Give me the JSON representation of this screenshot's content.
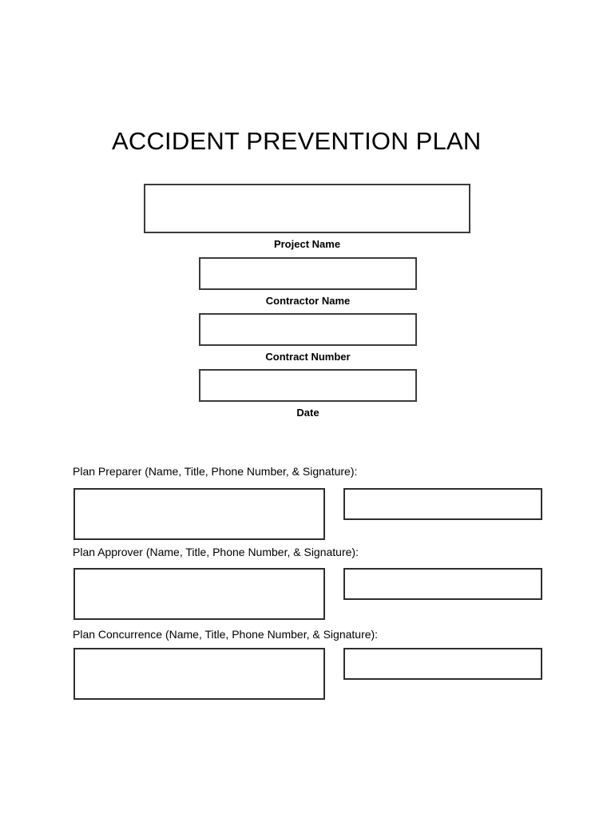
{
  "document": {
    "title": "ACCIDENT PREVENTION PLAN"
  },
  "header_fields": [
    {
      "id": "project-name",
      "label": "Project Name",
      "value": ""
    },
    {
      "id": "contractor-name",
      "label": "Contractor Name",
      "value": ""
    },
    {
      "id": "contract-number",
      "label": "Contract Number",
      "value": ""
    },
    {
      "id": "date",
      "label": "Date",
      "value": ""
    }
  ],
  "signature_sections": [
    {
      "id": "plan-preparer",
      "label": "Plan Preparer (Name, Title, Phone Number, & Signature):",
      "details_value": "",
      "signature_value": ""
    },
    {
      "id": "plan-approver",
      "label": "Plan Approver (Name, Title, Phone Number, & Signature):",
      "details_value": "",
      "signature_value": ""
    },
    {
      "id": "plan-concurrence",
      "label": "Plan Concurrence (Name, Title, Phone Number, & Signature):",
      "details_value": "",
      "signature_value": ""
    }
  ],
  "colors": {
    "page_background": "#ffffff",
    "text": "#000000",
    "field_border": "#3b3b3b",
    "signature_border": "#2e2e2e"
  }
}
